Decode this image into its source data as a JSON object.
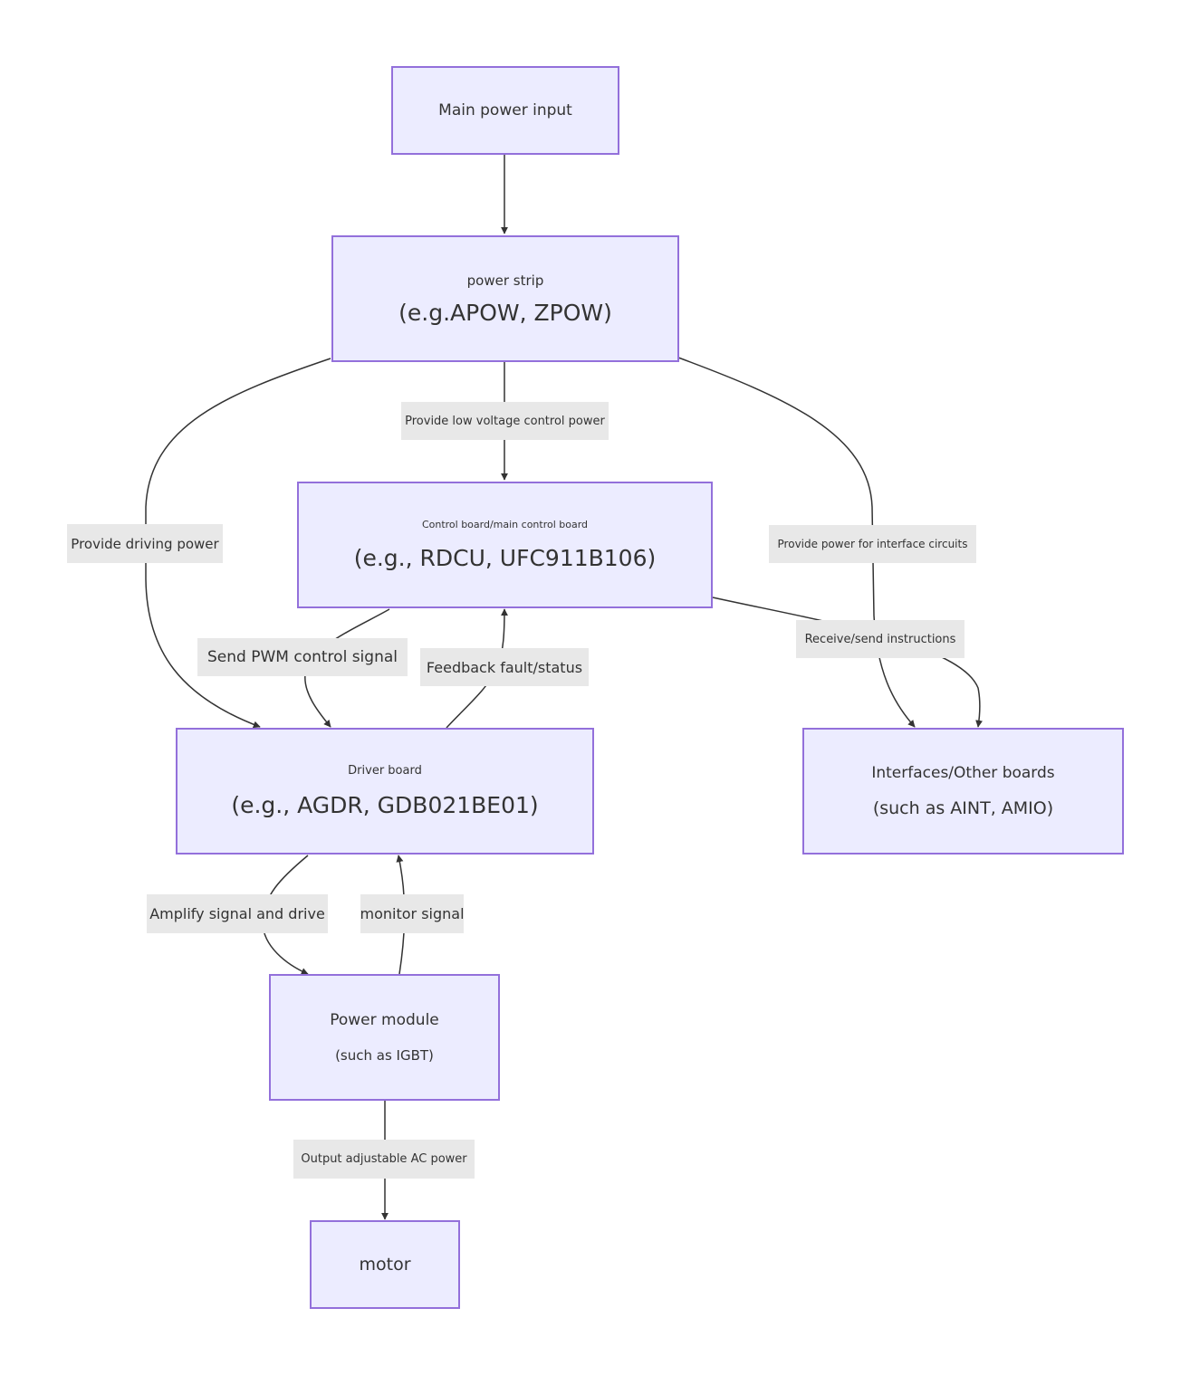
{
  "nodes": {
    "main_power": {
      "title": "Main power input"
    },
    "power_strip": {
      "title": "power strip",
      "subtitle": "(e.g.APOW,  ZPOW)"
    },
    "control_board": {
      "title": "Control board/main control board",
      "subtitle": "(e.g., RDCU, UFC911B106)"
    },
    "driver_board": {
      "title": "Driver board",
      "subtitle": "(e.g., AGDR, GDB021BE01)"
    },
    "interfaces": {
      "title": "Interfaces/Other boards",
      "subtitle": "(such as AINT, AMIO)"
    },
    "power_module": {
      "title": "Power module",
      "subtitle": "(such as IGBT)"
    },
    "motor": {
      "title": "motor"
    }
  },
  "edge_labels": {
    "low_voltage": "Provide low voltage control power",
    "driving_power": "Provide driving power",
    "interface_power": "Provide power for interface circuits",
    "pwm": "Send PWM control signal",
    "feedback": "Feedback fault/status",
    "instructions": "Receive/send instructions",
    "amplify": "Amplify signal and drive",
    "monitor": "monitor signal",
    "output_ac": "Output adjustable AC power"
  },
  "colors": {
    "node_fill": "#ececff",
    "node_border": "#9370db",
    "edge": "#333333",
    "label_bg": "#e8e8e8"
  }
}
